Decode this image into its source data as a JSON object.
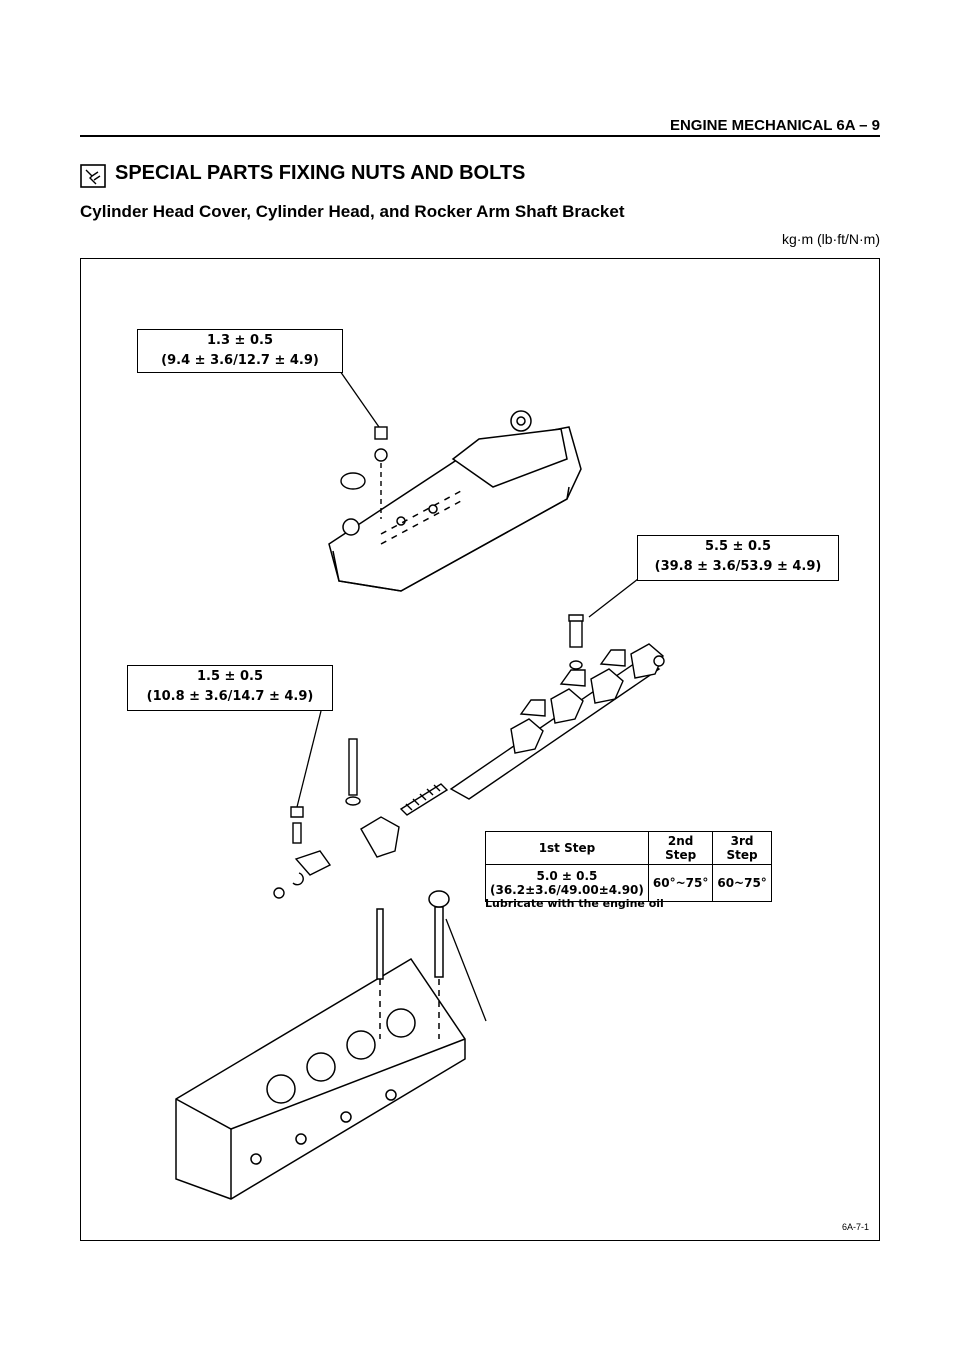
{
  "header": {
    "title": "ENGINE MECHANICAL   6A – 9"
  },
  "section": {
    "icon": "wrench-inspect-icon",
    "title": "SPECIAL PARTS FIXING NUTS AND BOLTS"
  },
  "subtitle": "Cylinder Head Cover, Cylinder Head, and Rocker Arm Shaft Bracket",
  "units": "kg·m (lb·ft/N·m)",
  "callouts": {
    "cover_nut": {
      "line1": "1.3 ± 0.5",
      "line2": "(9.4 ± 3.6/12.7 ± 4.9)"
    },
    "rocker_bolt": {
      "line1": "5.5 ± 0.5",
      "line2": "(39.8 ± 3.6/53.9 ± 4.9)"
    },
    "stud_nut": {
      "line1": "1.5 ± 0.5",
      "line2": "(10.8 ± 3.6/14.7 ± 4.9)"
    }
  },
  "head_bolt_table": {
    "headers": [
      "1st Step",
      "2nd Step",
      "3rd Step"
    ],
    "row": [
      "5.0 ± 0.5",
      "(36.2±3.6/49.00±4.90)",
      "60°~75°",
      "60~75°"
    ],
    "note": "Lubricate with the engine oil"
  },
  "figure_code": "6A-7-1"
}
